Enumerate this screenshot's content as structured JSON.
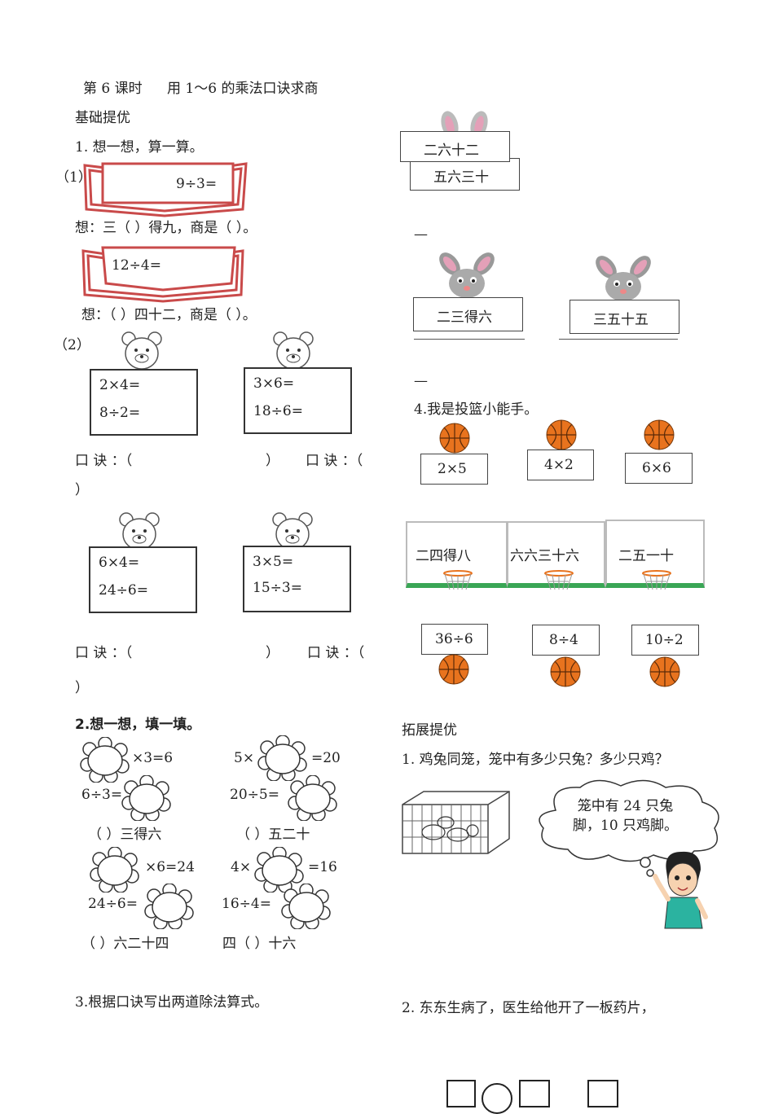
{
  "header": {
    "lesson": "第 6 课时",
    "topic": "用 1～6 的乘法口诀求商",
    "section_basic": "基础提优"
  },
  "q1": {
    "title": "1. 想一想，算一算。",
    "part1_label": "（1）",
    "book1_expr": "9÷3=",
    "think1": "想：三（        ）得九，商是（      ）。",
    "book2_expr": "12÷4=",
    "think2": "想：（      ）四十二，商是（      ）。",
    "part2_label": "（2）",
    "cards": [
      {
        "line1": "2×4=",
        "line2": "8÷2="
      },
      {
        "line1": "3×6=",
        "line2": "18÷6="
      },
      {
        "line1": "6×4=",
        "line2": "24÷6="
      },
      {
        "line1": "3×5=",
        "line2": "15÷3="
      }
    ],
    "koujue_left": "口 诀 ：（",
    "koujue_close": "）",
    "koujue_right": "口 诀 ：（",
    "paren_close": "）"
  },
  "q2": {
    "title": "2.想一想，填一填。",
    "items": [
      "×3=6",
      "5×",
      "=20",
      "6÷3=",
      "20÷5=",
      "（      ）三得六",
      "（      ）五二十",
      "×6=24",
      "4×",
      "=16",
      "24÷6=",
      "16÷4=",
      "（      ）六二十四",
      "四（      ）十六"
    ]
  },
  "q3": {
    "title": "3.根据口诀写出两道除法算式。",
    "bunny_cards": [
      "二六十二",
      "五六三十",
      "二三得六",
      "三五十五"
    ],
    "dash": "—"
  },
  "q4": {
    "title": "4.我是投篮小能手。",
    "top_cards": [
      "2×5",
      "4×2",
      "6×6"
    ],
    "boards": [
      "二四得八",
      "六六三十六",
      "二五一十"
    ],
    "bottom_cards": [
      "36÷6",
      "8÷4",
      "10÷2"
    ]
  },
  "extend": {
    "title": "拓展提优",
    "q1_title": "1. 鸡兔同笼，笼中有多少只兔？多少只鸡？",
    "bubble": "笼中有 24 只兔\n脚，10 只鸡脚。",
    "q2_title": "2. 东东生病了，医生给他开了一板药片，"
  },
  "colors": {
    "book": "#c94a4a",
    "ball": "#e8731e",
    "board_green": "#3aa655",
    "bunny_ear": "#e4a0b8"
  }
}
